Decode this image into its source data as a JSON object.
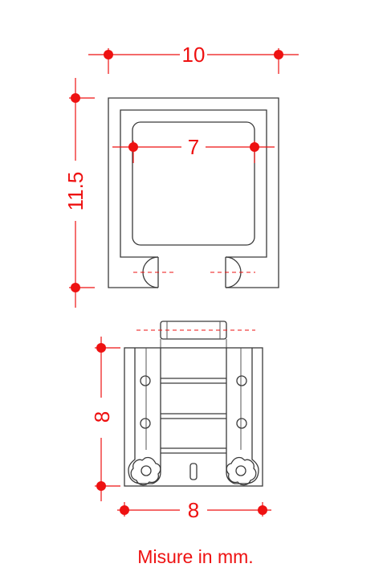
{
  "dimensions": {
    "top_width": "10",
    "inner_width": "7",
    "top_height": "11.5",
    "bottom_height": "8",
    "bottom_width": "8"
  },
  "caption": "Misure in mm.",
  "colors": {
    "dimension": "#ee1111",
    "outline": "#3a3a3a",
    "background": "#ffffff"
  }
}
